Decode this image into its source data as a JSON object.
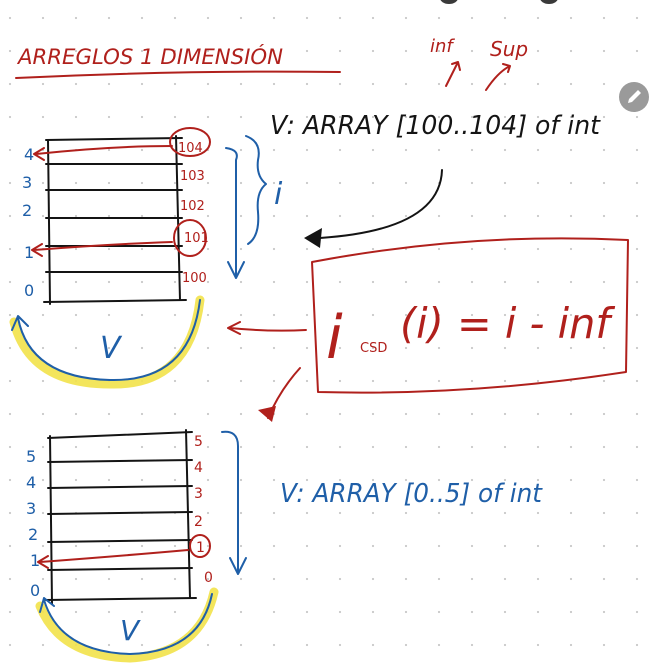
{
  "page": {
    "title": "ARREGLOS 1 DIMENSIÓN"
  },
  "decl_top": {
    "text": "V: ARRAY [100..104] of int",
    "inf_label": "inf",
    "sup_label": "Sup"
  },
  "formula": {
    "text": "i",
    "subscript": "CSD",
    "rest": "(i) = i - inf"
  },
  "array_top": {
    "row_labels": [
      "4",
      "3",
      "2",
      "1",
      "0"
    ],
    "address_labels": [
      "104",
      "103",
      "102",
      "101",
      "100"
    ],
    "index_symbol": "i",
    "name": "V"
  },
  "decl_bottom": {
    "text": "V: ARRAY [0..5] of int"
  },
  "array_bottom": {
    "row_labels": [
      "5",
      "4",
      "3",
      "2",
      "1",
      "0"
    ],
    "address_labels": [
      "5",
      "4",
      "3",
      "2",
      "1",
      "0"
    ],
    "name": "V"
  },
  "colors": {
    "red": "#b0201c",
    "blue": "#1f5fa8",
    "ink": "#141414",
    "highlight": "#f2e24a"
  },
  "icons": {
    "edit": "pencil-icon"
  }
}
